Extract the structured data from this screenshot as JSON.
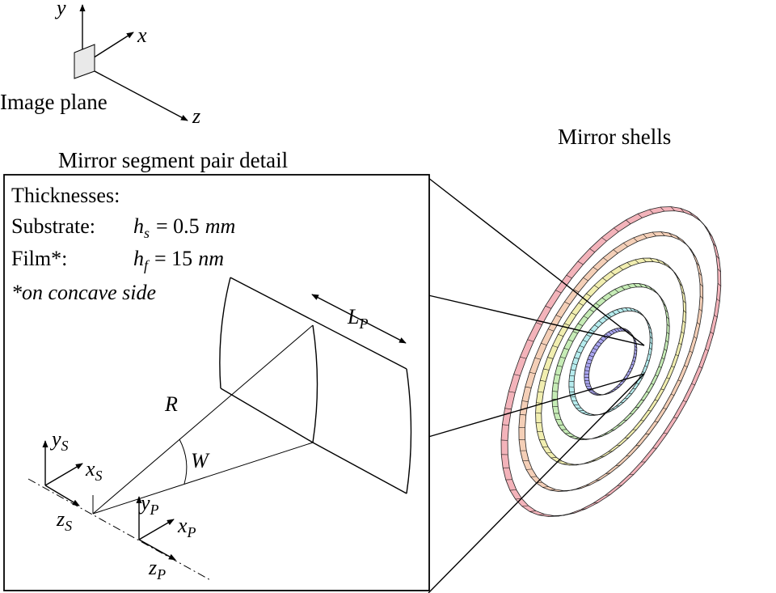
{
  "axes_top": {
    "y": "y",
    "x": "x",
    "z": "z",
    "caption": "Image plane"
  },
  "detail": {
    "title": "Mirror segment pair detail",
    "thickness_header": "Thicknesses:",
    "substrate_label": "Substrate:",
    "substrate_sym": "h",
    "substrate_sub": "s",
    "substrate_val": "= 0.5",
    "substrate_unit": "mm",
    "film_label": "Film*:",
    "film_sym": "h",
    "film_sub": "f",
    "film_val": "= 15",
    "film_unit": "nm",
    "footnote": "*on concave side",
    "R": "R",
    "W": "W",
    "Lp_main": "L",
    "Lp_sub": "P",
    "s_axes": {
      "y": "y",
      "x": "x",
      "z": "z",
      "sub": "S"
    },
    "p_axes": {
      "y": "y",
      "x": "x",
      "z": "z",
      "sub": "P"
    }
  },
  "shells": {
    "title": "Mirror shells",
    "colors": [
      "#f3b3ba",
      "#f4cfb7",
      "#f1eeb0",
      "#c6ecb6",
      "#b6ecee",
      "#a9a5f0"
    ]
  }
}
